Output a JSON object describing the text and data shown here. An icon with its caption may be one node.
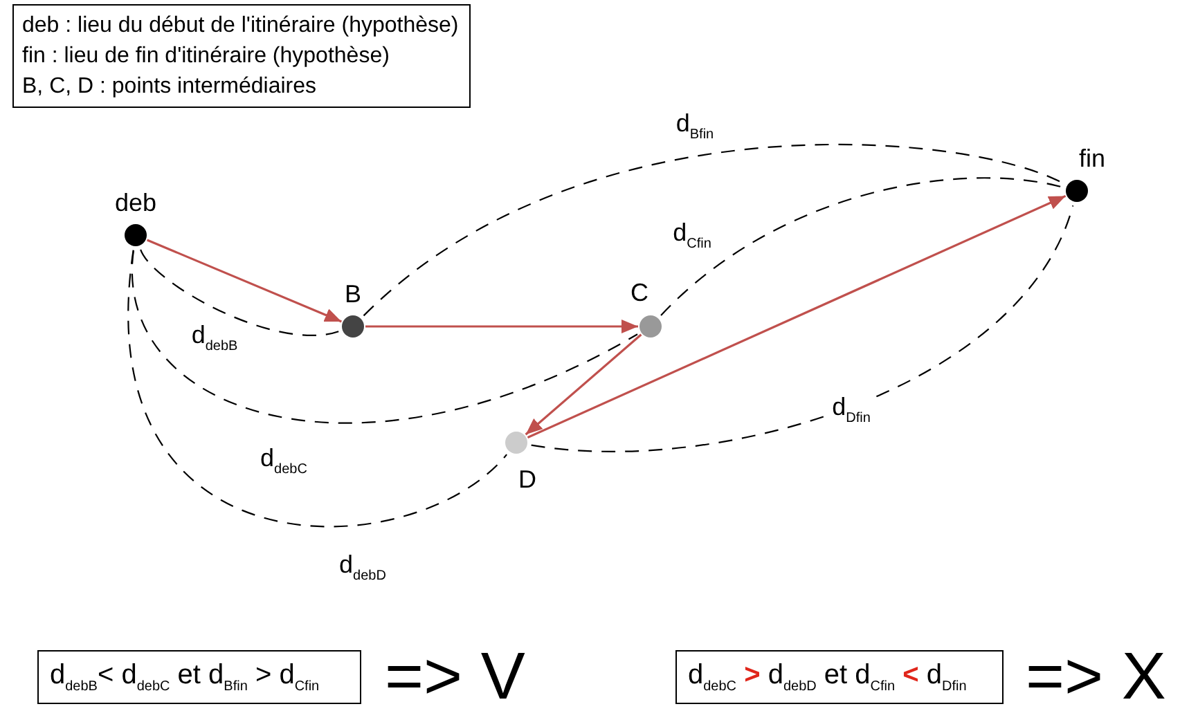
{
  "diagram": {
    "nodes": [
      {
        "text": [
          "deb : lieu du début de l'itinéraire (hypothèse)",
          "fin : lieu de fin d'itinéraire (hypothèse)",
          "B, C, D : points intermédiaires"
        ]
      },
      {
        "text": [
          "deb"
        ]
      },
      {
        "text": [
          "B"
        ]
      },
      {
        "text": [
          "C"
        ]
      },
      {
        "text": [
          "D"
        ]
      },
      {
        "text": [
          "fin"
        ]
      },
      {
        "text": [
          "d$_{debB}$<  d$_{debC}$ et d$_{Bfin}$ > d$_{Cfin}$"
        ],
        "beside": [
          "=> V"
        ]
      },
      {
        "text": [
          "d$_{debC}$ **>** d$_{debD}$ et d$_{Cfin}$ **<** d$_{Dfin}$"
        ],
        "beside": [
          "=> X"
        ]
      }
    ],
    "edges": [
      {
        "from": 1,
        "to": 2,
        "arrow": "to",
        "color": "#c0504d"
      },
      {
        "from": 2,
        "to": 3,
        "arrow": "to",
        "color": "#c0504d"
      },
      {
        "from": 3,
        "to": 4,
        "arrow": "to",
        "color": "#c0504d"
      },
      {
        "from": 4,
        "to": 5,
        "arrow": "to",
        "color": "#c0504d"
      },
      {
        "from": 1,
        "to": 2,
        "arrow": "none",
        "style": "dashed",
        "label": "d$_{debB}$"
      },
      {
        "from": 1,
        "to": 3,
        "arrow": "none",
        "style": "dashed",
        "label": "d$_{debC}$"
      },
      {
        "from": 1,
        "to": 4,
        "arrow": "none",
        "style": "dashed",
        "label": "d$_{debD}$"
      },
      {
        "from": 2,
        "to": 5,
        "arrow": "none",
        "style": "dashed",
        "label": "d$_{Bfin}$"
      },
      {
        "from": 3,
        "to": 5,
        "arrow": "none",
        "style": "dashed",
        "label": "d$_{Cfin}$"
      },
      {
        "from": 4,
        "to": 5,
        "arrow": "none",
        "style": "dashed",
        "label": "d$_{Dfin}$"
      }
    ]
  }
}
